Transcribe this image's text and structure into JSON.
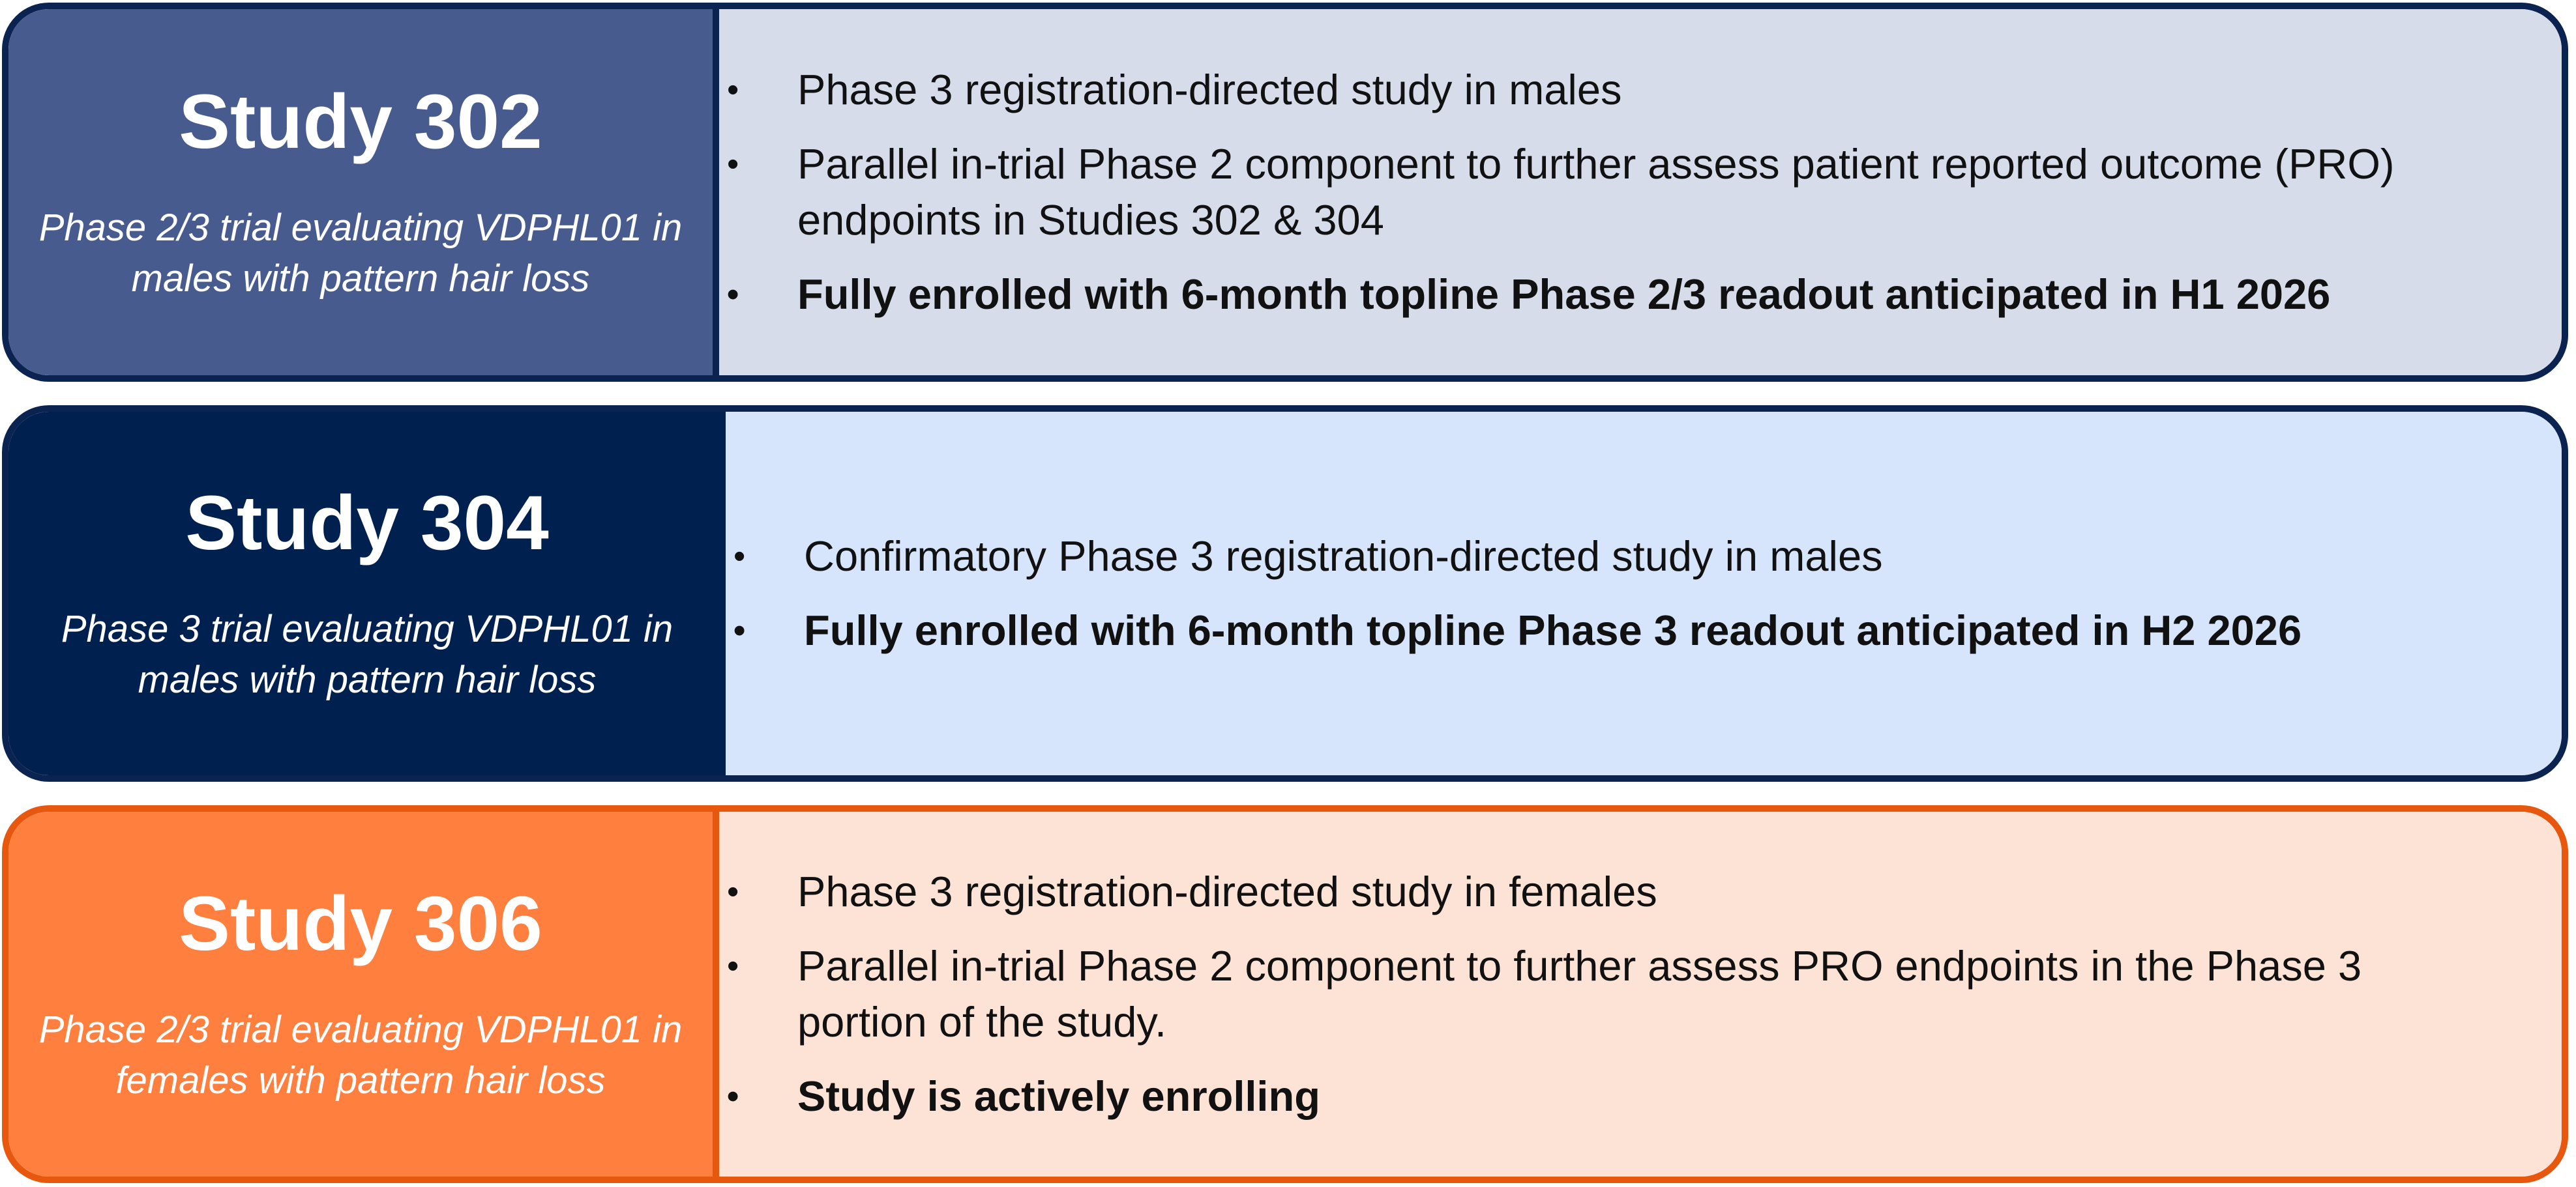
{
  "studies": [
    {
      "title": "Study 302",
      "subtitle": "Phase 2/3 trial evaluating VDPHL01 in males with pattern hair loss",
      "bullets": [
        "Phase 3 registration-directed study in males",
        "Parallel in-trial Phase 2 component to further assess patient reported outcome (PRO) endpoints in Studies 302 & 304",
        "Fully enrolled with 6-month topline Phase 2/3 readout anticipated in H1 2026"
      ]
    },
    {
      "title": "Study 304",
      "subtitle": "Phase 3 trial evaluating VDPHL01 in males with pattern hair loss",
      "bullets": [
        "Confirmatory Phase 3 registration-directed study in males",
        "Fully enrolled with 6-month topline Phase 3 readout anticipated in H2 2026"
      ]
    },
    {
      "title": "Study 306",
      "subtitle": "Phase 2/3 trial evaluating VDPHL01 in females with pattern hair loss",
      "bullets": [
        "Phase 3 registration-directed study in females",
        "Parallel in-trial Phase 2 component to further assess PRO endpoints in the Phase 3 portion of the study.",
        "Study is actively enrolling"
      ]
    }
  ],
  "colors": {
    "navy": "#0a2350",
    "study302_panel": "#475b8f",
    "study304_panel": "#00214f",
    "study306_panel": "#ff7f3f",
    "orange_border": "#e8570e",
    "study302_body": "#d7dcea",
    "study304_body": "#d6e5fb",
    "study306_body": "#fde3d6"
  }
}
